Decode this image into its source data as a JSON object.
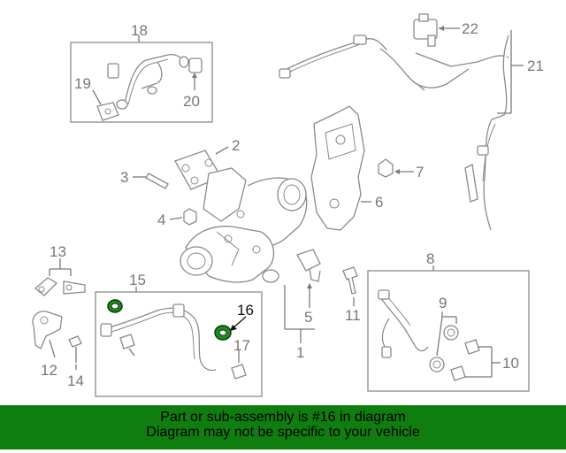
{
  "callouts": {
    "c1": "1",
    "c2": "2",
    "c3": "3",
    "c4": "4",
    "c5": "5",
    "c6": "6",
    "c7": "7",
    "c8": "8",
    "c9": "9",
    "c10": "10",
    "c11": "11",
    "c12": "12",
    "c13": "13",
    "c14": "14",
    "c15": "15",
    "c16": "16",
    "c17": "17",
    "c18": "18",
    "c19": "19",
    "c20": "20",
    "c21": "21",
    "c22": "22"
  },
  "highlight_part": "16",
  "highlight_color": "#1f8a1f",
  "banner": {
    "line1": "Part or sub-assembly is #16 in diagram",
    "line2": "Diagram may not be specific to your vehicle",
    "background": "#0f7d0f"
  }
}
